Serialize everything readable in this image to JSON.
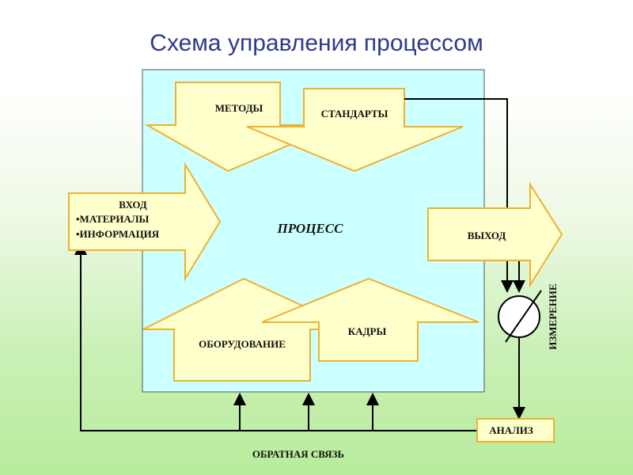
{
  "title": "Схема управления процессом",
  "process": "ПРОЦЕСС",
  "inputs": {
    "methods": "МЕТОДЫ",
    "standards": "СТАНДАРТЫ",
    "equipment": "ОБОРУДОВАНИЕ",
    "staff": "КАДРЫ"
  },
  "entry": {
    "heading": "ВХОД",
    "items": [
      "•МАТЕРИАЛЫ",
      "•ИНФОРМАЦИЯ"
    ]
  },
  "exit": "ВЫХОД",
  "measurement": "ИЗМЕРЕНИЕ",
  "analysis": "АНАЛИЗ",
  "feedback": "ОБРАТНАЯ СВЯЗЬ",
  "colors": {
    "arrow_fill": "#ffffcc",
    "arrow_stroke": "#f0b030",
    "process_fill": "#ccffff",
    "title": "#2e3a8c"
  }
}
